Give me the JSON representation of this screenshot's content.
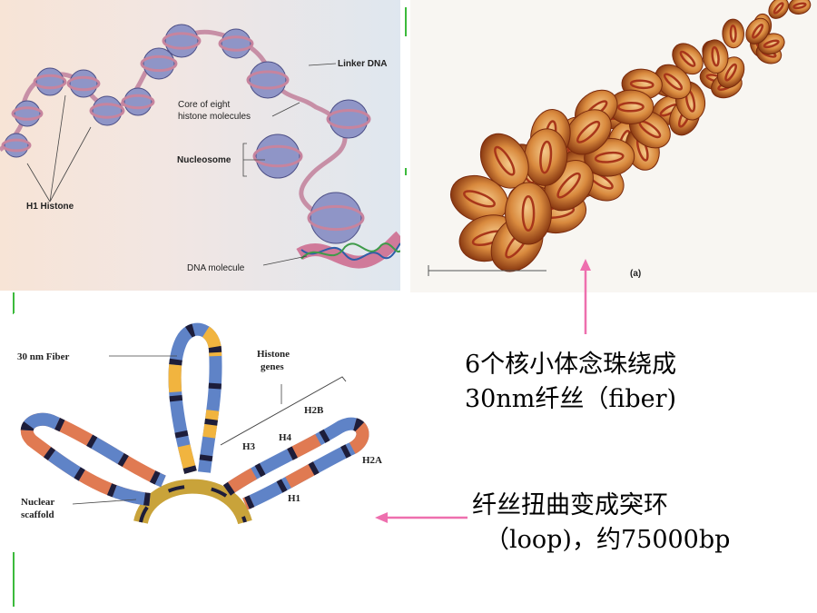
{
  "colors": {
    "arrow": "#ee6fae",
    "tick": "#3cba3c",
    "caption_text": "#000000"
  },
  "panel_nucleosome": {
    "labels": {
      "linker_dna": "Linker DNA",
      "core_line1": "Core of eight",
      "core_line2": "histone molecules",
      "nucleosome": "Nucleosome",
      "h1_histone": "H1 Histone",
      "dna_molecule": "DNA molecule"
    }
  },
  "panel_fiber": {
    "figure_tag": "(a)"
  },
  "panel_loop": {
    "labels": {
      "fiber_30nm": "30 nm Fiber",
      "histone_line1": "Histone",
      "histone_line2": "genes",
      "h2b": "H2B",
      "h4": "H4",
      "h3": "H3",
      "h2a": "H2A",
      "h1": "H1",
      "nuclear_line1": "Nuclear",
      "nuclear_line2": "scaffold"
    }
  },
  "captions": {
    "fiber_line1": "6个核小体念珠绕成",
    "fiber_line2": "30nm纤丝（fiber)",
    "loop_line1": "纤丝扭曲变成突环",
    "loop_line2": "（loop)，约75000bp"
  }
}
